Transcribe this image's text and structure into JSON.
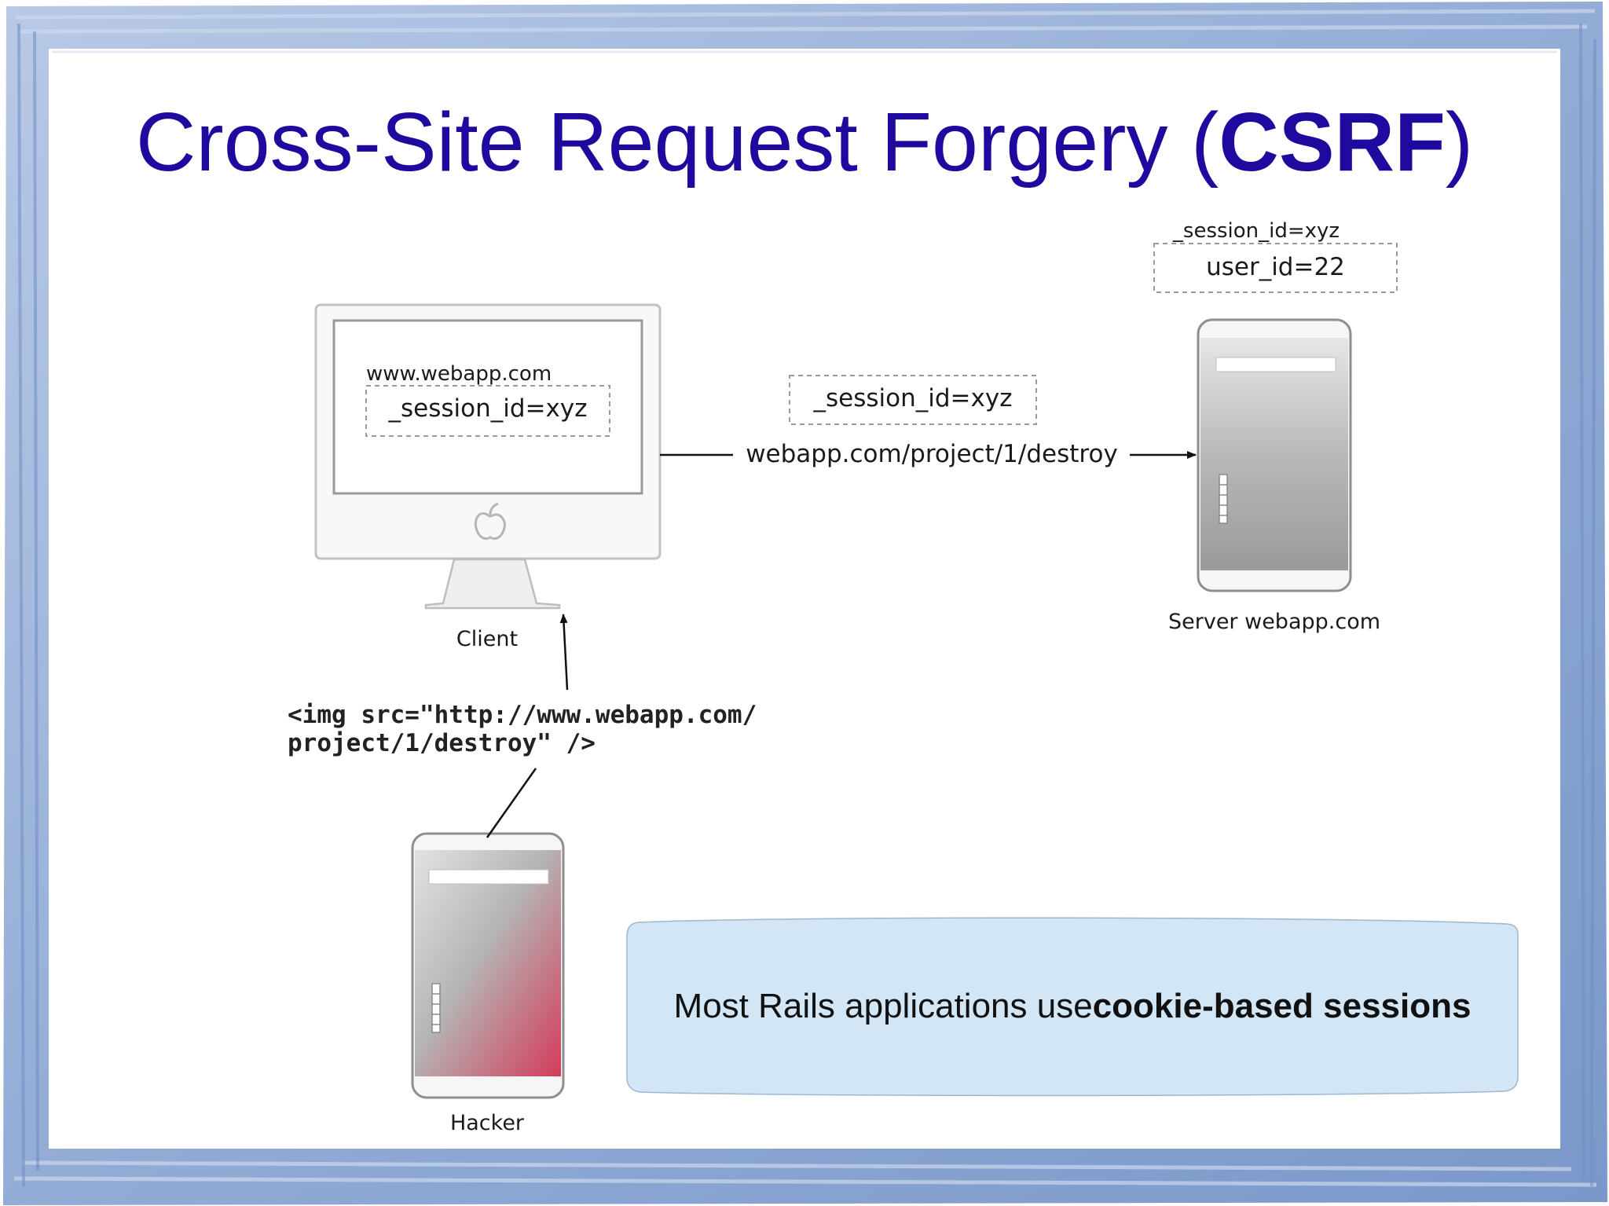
{
  "slide": {
    "title_prefix": "Cross-Site Request Forgery (",
    "title_bold": "CSRF",
    "title_suffix": ")"
  },
  "client": {
    "url_label": "www.webapp.com",
    "cookie": "_session_id=xyz",
    "caption": "Client"
  },
  "request": {
    "cookie": "_session_id=xyz",
    "url": "webapp.com/project/1/destroy"
  },
  "server": {
    "session_label": "_session_id=xyz",
    "user_value": "user_id=22",
    "caption": "Server webapp.com"
  },
  "hacker": {
    "caption": "Hacker",
    "code_line1": "<img src=\"http://www.webapp.com/",
    "code_line2": "project/1/destroy\" />"
  },
  "callout": {
    "text_prefix": "Most Rails applications use ",
    "text_bold": "cookie-based sessions"
  },
  "colors": {
    "title": "#1e0a9e",
    "frame_blue": "#8aa8d4",
    "callout_fill": "#d3e6f5",
    "hacker_red": "#d33c5a"
  }
}
